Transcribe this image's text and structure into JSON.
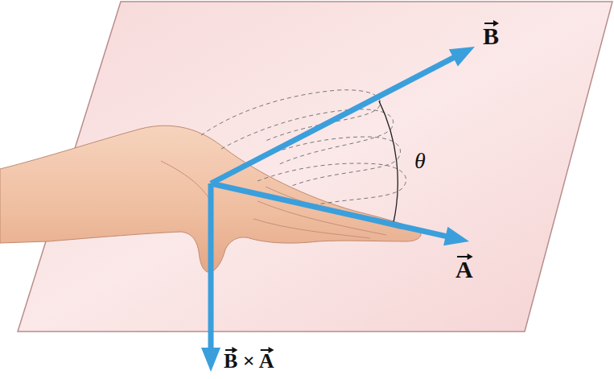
{
  "diagram": {
    "labels": [
      "B",
      "A",
      "B × A",
      "θ"
    ]
  }
}
